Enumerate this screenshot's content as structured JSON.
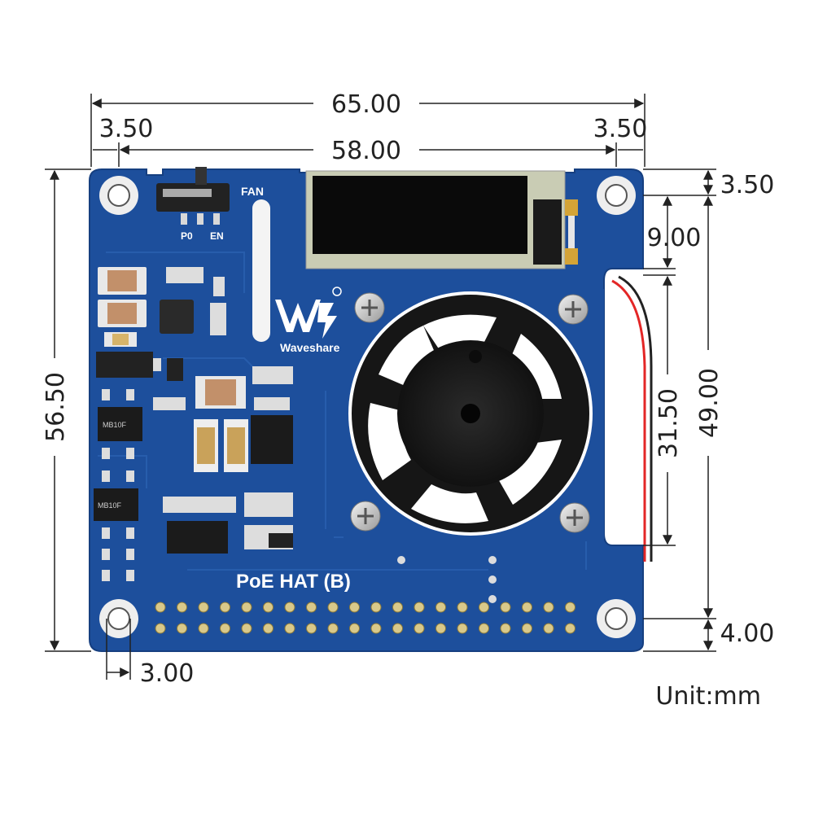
{
  "board": {
    "name": "PoE HAT (B)",
    "brand": "Waveshare",
    "fan_label": "FAN",
    "p0_label": "P0",
    "en_label": "EN",
    "chip_label_1": "MB10F",
    "chip_label_2": "MB10F",
    "pcb_color": "#1d4f9c",
    "pcb_edge_color": "#163f80"
  },
  "dimensions": {
    "width_total": "65.00",
    "width_holes": "58.00",
    "hole_offset_left": "3.50",
    "hole_offset_right": "3.50",
    "height_total": "56.50",
    "height_holes": "49.00",
    "top_hole_offset": "3.50",
    "oled_height": "9.00",
    "fan_height": "31.50",
    "bottom_hole_offset": "4.00",
    "hole_radius_offset": "3.00"
  },
  "unit_label": "Unit:mm"
}
